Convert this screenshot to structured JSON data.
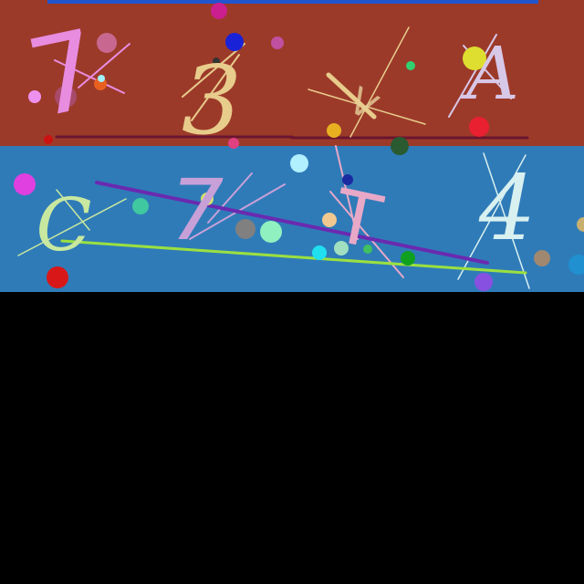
{
  "captcha": {
    "top_row": {
      "background": "#9c3a2a",
      "characters": [
        {
          "text": "7",
          "color": "#e88ce0"
        },
        {
          "text": "3",
          "color": "#e8cc8c"
        },
        {
          "text": "V",
          "color": "#e8d09a"
        },
        {
          "text": "A",
          "color": "#d8c8e8"
        }
      ]
    },
    "bottom_row": {
      "background": "#2f7bb8",
      "characters": [
        {
          "text": "C",
          "color": "#c8e8a0"
        },
        {
          "text": "7",
          "color": "#c8a0d8"
        },
        {
          "text": "T",
          "color": "#e8a8c8"
        },
        {
          "text": "4",
          "color": "#d8f0f0"
        }
      ]
    },
    "lower_area_color": "#000000",
    "top_stripe_color": "#2255cc"
  }
}
